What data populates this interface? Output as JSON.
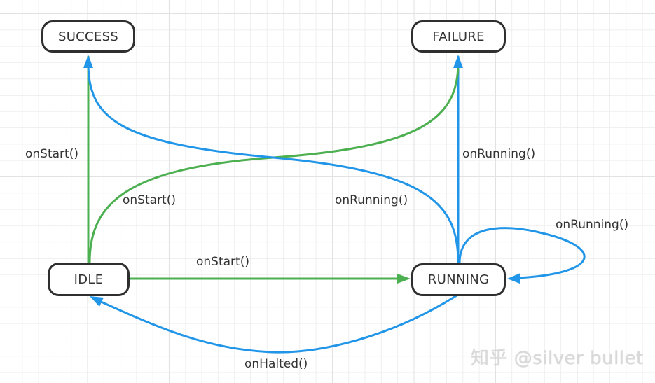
{
  "colors": {
    "start_edge": "#4caf50",
    "running_edge": "#2196e8",
    "node_border": "#2f2f2f",
    "text": "#333333"
  },
  "nodes": {
    "success": "SUCCESS",
    "failure": "FAILURE",
    "idle": "IDLE",
    "running": "RUNNING"
  },
  "edges": [
    {
      "from": "IDLE",
      "to": "SUCCESS",
      "label": "onStart()",
      "color": "green"
    },
    {
      "from": "IDLE",
      "to": "FAILURE",
      "label": "onStart()",
      "color": "green"
    },
    {
      "from": "IDLE",
      "to": "RUNNING",
      "label": "onStart()",
      "color": "green"
    },
    {
      "from": "RUNNING",
      "to": "SUCCESS",
      "label": "onRunning()",
      "color": "blue"
    },
    {
      "from": "RUNNING",
      "to": "FAILURE",
      "label": "onRunning()",
      "color": "blue"
    },
    {
      "from": "RUNNING",
      "to": "RUNNING",
      "label": "onRunning()",
      "color": "blue"
    },
    {
      "from": "RUNNING",
      "to": "IDLE",
      "label": "onHalted()",
      "color": "blue"
    }
  ],
  "watermark": "知乎 @silver bullet"
}
